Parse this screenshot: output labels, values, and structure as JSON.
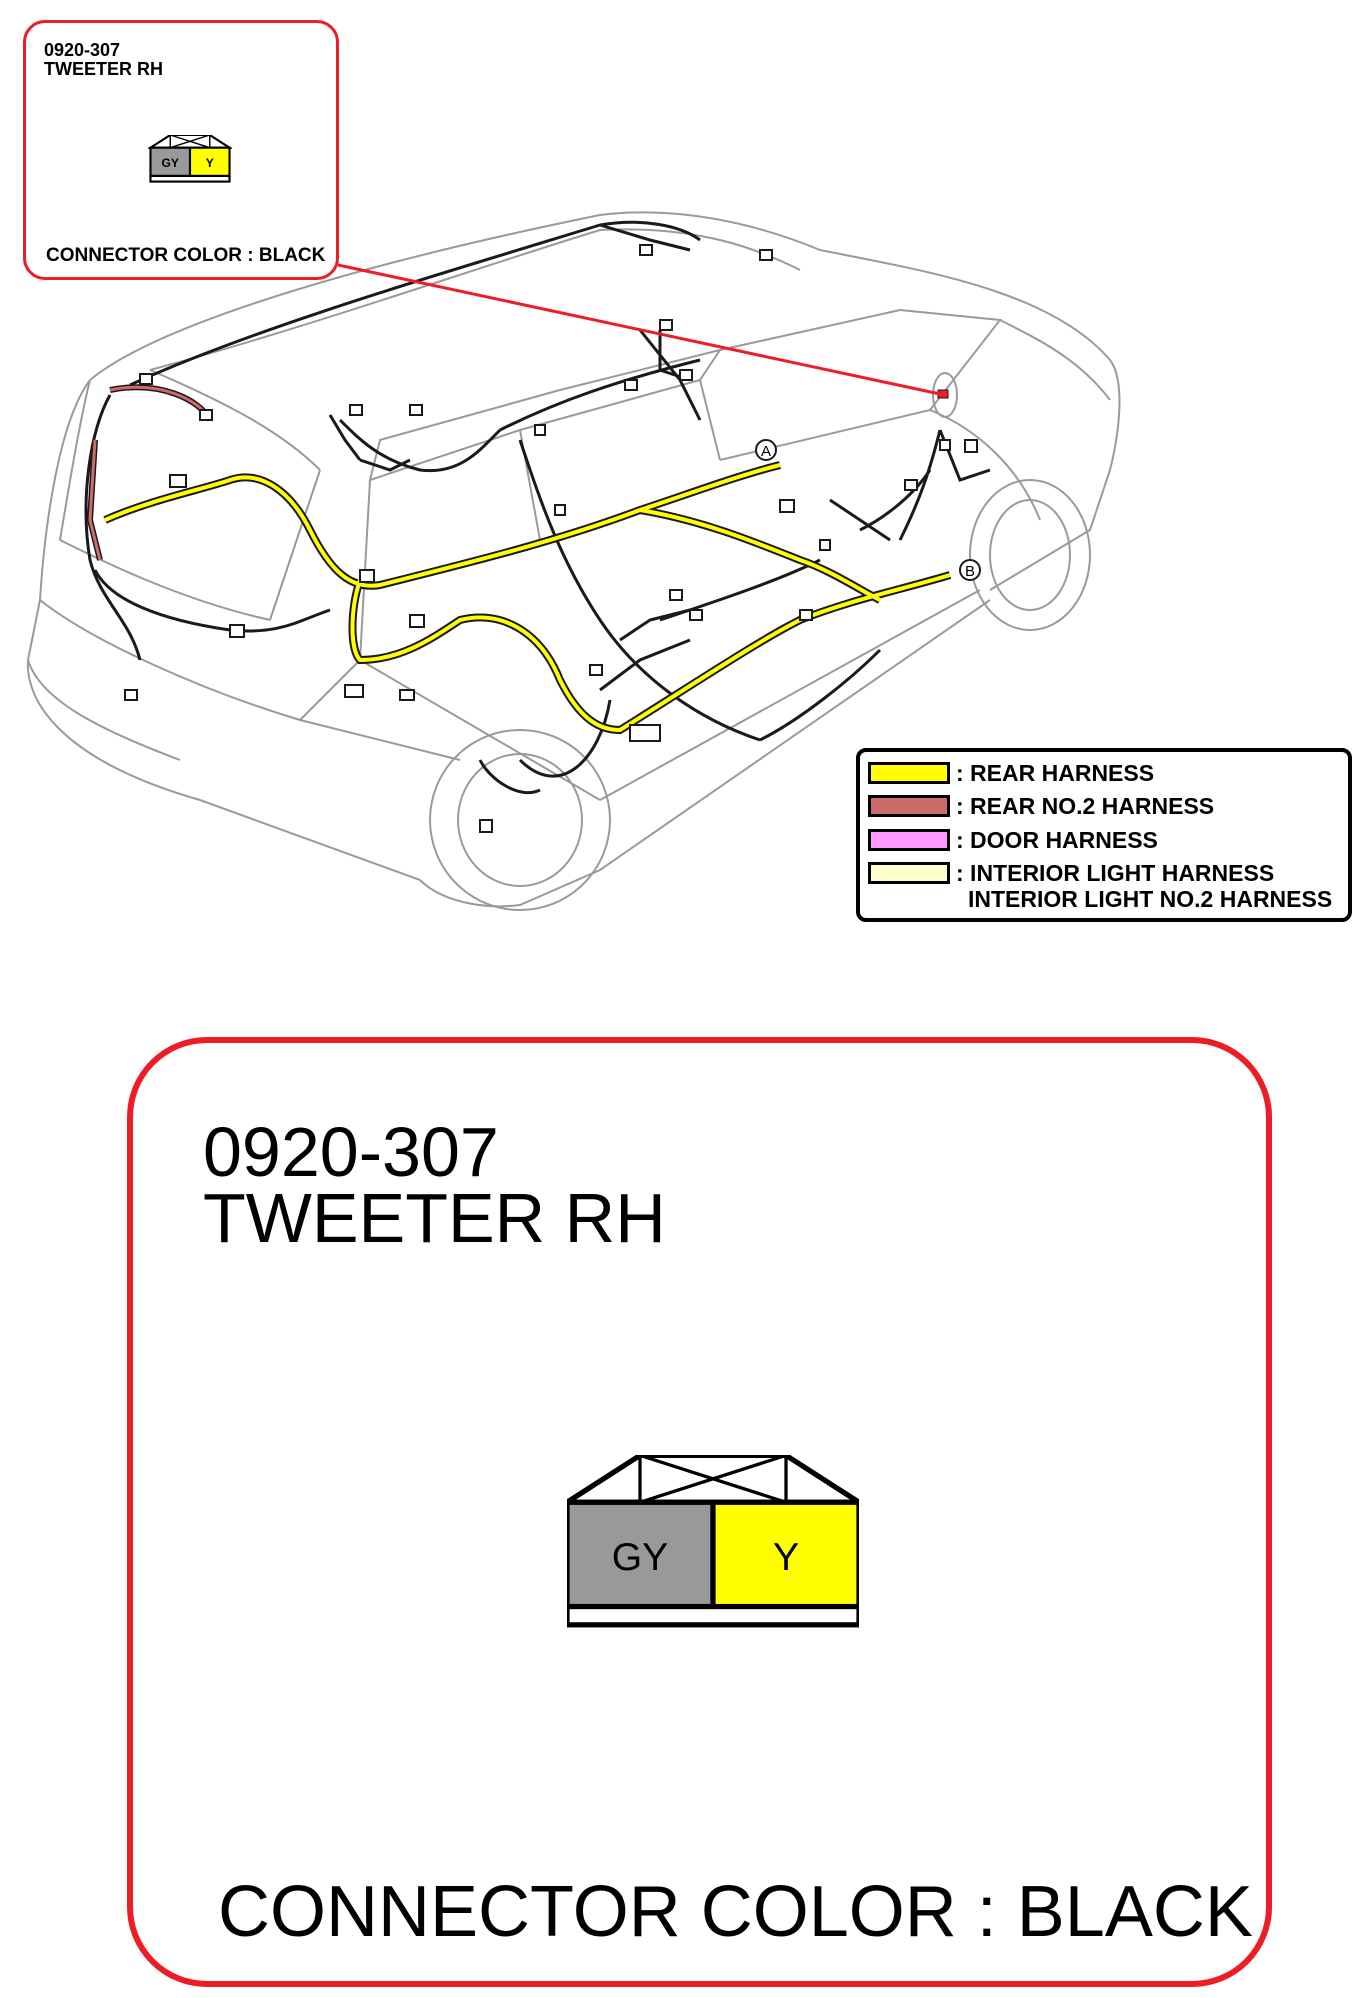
{
  "connector": {
    "code": "0920-307",
    "name": "TWEETER RH",
    "color_line": "CONNECTOR COLOR : BLACK",
    "pins": [
      {
        "label": "GY",
        "color": "#999999"
      },
      {
        "label": "Y",
        "color": "#ffff00"
      }
    ]
  },
  "legend": {
    "items": [
      {
        "text": ": REAR HARNESS",
        "text2": "",
        "color": "#ffff00"
      },
      {
        "text": ": REAR NO.2 HARNESS",
        "text2": "",
        "color": "#cd6b69"
      },
      {
        "text": ": DOOR HARNESS",
        "text2": "",
        "color": "#ff99ff"
      },
      {
        "text": ": INTERIOR LIGHT HARNESS",
        "text2": "INTERIOR LIGHT NO.2 HARNESS",
        "color": "#ffffcc"
      }
    ]
  },
  "markers": [
    "A",
    "B"
  ],
  "harness_colors": {
    "wire": "#1a1a1a",
    "highlight": "#ee1c24"
  }
}
